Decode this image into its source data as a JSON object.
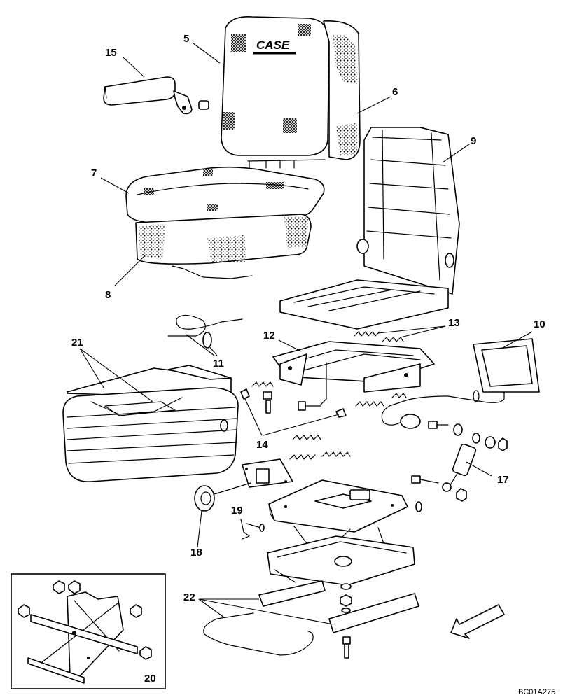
{
  "diagram": {
    "brand_text": "CASE",
    "drawing_code": "BC01A275",
    "callouts": {
      "c5": "5",
      "c6": "6",
      "c7": "7",
      "c8": "8",
      "c9": "9",
      "c10": "10",
      "c11": "11",
      "c12": "12",
      "c13": "13",
      "c14": "14",
      "c15": "15",
      "c17": "17",
      "c18": "18",
      "c19": "19",
      "c20": "20",
      "c21": "21",
      "c22": "22"
    }
  }
}
